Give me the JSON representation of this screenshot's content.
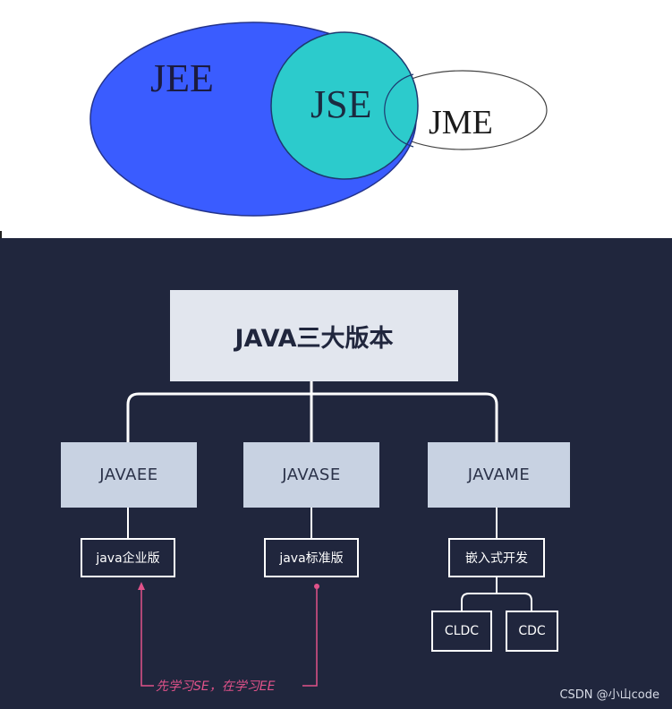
{
  "venn": {
    "jee_label": "JEE",
    "jse_label": "JSE",
    "jme_label": "JME",
    "colors": {
      "jee": "#3a5cff",
      "jse": "#2ccbcc",
      "jme": "#ffffff",
      "outline": "#444444"
    }
  },
  "tree": {
    "root_label": "JAVA三大版本",
    "editions": [
      {
        "label": "JAVAEE",
        "sub": "java企业版"
      },
      {
        "label": "JAVASE",
        "sub": "java标准版"
      },
      {
        "label": "JAVAME",
        "sub": "嵌入式开发",
        "children": [
          "CLDC",
          "CDC"
        ]
      }
    ],
    "note": "先学习SE，在学习EE",
    "colors": {
      "background": "#20263d",
      "root_box": "#e2e6ee",
      "edition_box": "#c8d2e2",
      "line": "#ffffff",
      "note": "#e0528a"
    }
  },
  "watermark": "CSDN @小山code"
}
